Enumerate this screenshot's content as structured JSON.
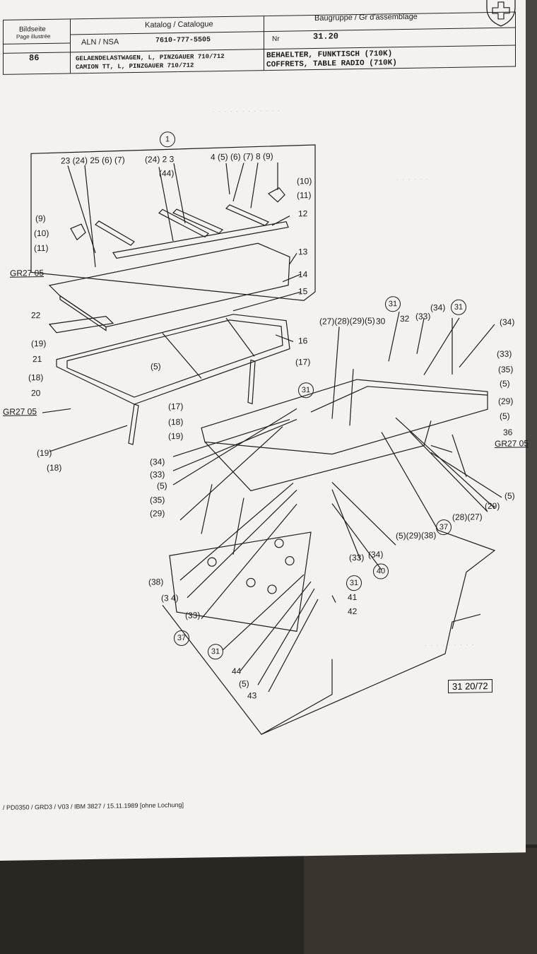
{
  "header": {
    "bildseite_label": "Bildseite",
    "page_illustree_label": "Page illustrée",
    "page_number": "86",
    "katalog_label": "Katalog / Catalogue",
    "aln_label": "ALN / NSA",
    "catalogue_number": "7610-777-5505",
    "nr_label": "Nr",
    "baugruppe_label": "Baugruppe / Gr d'assemblage",
    "group_number": "31.20",
    "vehicle_de": "GELAENDELASTWAGEN, L, PINZGAUER 710/712",
    "vehicle_fr": "CAMION TT, L, PINZGAUER 710/712",
    "assembly_de": "BEHAELTER, FUNKTISCH (710K)",
    "assembly_fr": "COFFRETS, TABLE RADIO (710K)"
  },
  "diagram": {
    "callouts": {
      "c1": "1",
      "top_row_left": "23 (24) 25  (6)  (7)",
      "top_row_mid": "(24)   2    3",
      "top_row_right": "4  (5) (6)  (7)  8  (9)",
      "c44a": "(44)",
      "c10a": "(10)",
      "c11a": "(11)",
      "c9b": "(9)",
      "c10b": "(10)",
      "c11b": "(11)",
      "c12": "12",
      "c13": "13",
      "c14": "14",
      "c15": "15",
      "c16": "16",
      "c22": "22",
      "c19a": "(19)",
      "c21": "21",
      "c5a": "(5)",
      "c17a": "(17)",
      "c18a": "(18)",
      "c20": "20",
      "gr2705a": "GR27 05",
      "gr2705b": "GR27 05",
      "gr2705c": "GR27 05",
      "c17b": "(17)",
      "c18b": "(18)",
      "c19b": "(19)",
      "c19c": "(19)",
      "c18c": "(18)",
      "row_27_5": "(27)(28)(29)(5)",
      "c31a": "31",
      "c30": "30",
      "c32": "32",
      "c33a": "(33)",
      "c34a": "(34)",
      "c31b": "31",
      "c34b": "(34)",
      "c33b": "(33)",
      "c35a": "(35)",
      "c5b": "(5)",
      "c29a": "(29)",
      "c5c": "(5)",
      "c36": "36",
      "c31c": "31",
      "c34c": "(34)",
      "c33c": "(33)",
      "c5d": "(5)",
      "c35b": "(35)",
      "c29b": "(29)",
      "c5e": "(5)",
      "c28": "(28)(27)",
      "c29c": "(29)",
      "row_5_29_38": "(5)(29)(38)",
      "c37a": "37",
      "c38": "(38)",
      "c34d": "(3 4)",
      "c33d": "(33)",
      "c37b": "37",
      "c31d": "31",
      "c33e": "(33)",
      "c34e": "(34)",
      "c40": "40",
      "c31e": "31",
      "c41": "41",
      "c42": "42",
      "c44b": "44",
      "c5f": "(5)",
      "c43": "43"
    },
    "figure_number": "31 20/72"
  },
  "footer": {
    "print_info": "/ PD0350 / GRD3 / V03 / IBM 3827 /  15.11.1989  [ohne Lochung]"
  }
}
